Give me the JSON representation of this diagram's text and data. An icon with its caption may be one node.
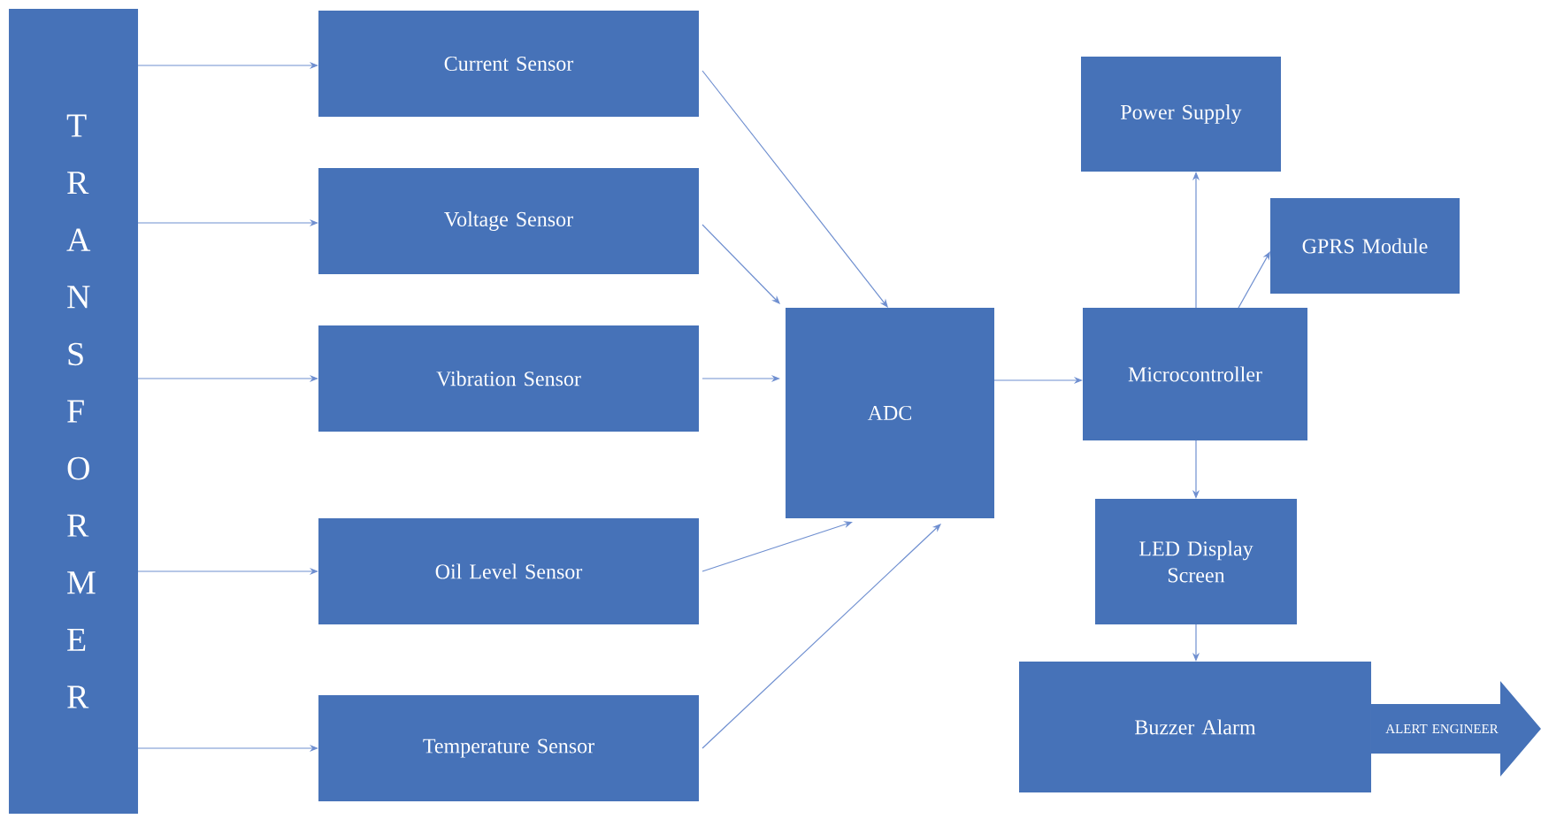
{
  "diagram": {
    "nodes": [
      {
        "text": [
          "T R A N S F O R M E R"
        ]
      },
      {
        "text": [
          "Current Sensor"
        ]
      },
      {
        "text": [
          "Voltage Sensor"
        ]
      },
      {
        "text": [
          "Vibration Sensor"
        ]
      },
      {
        "text": [
          "Oil Level Sensor"
        ]
      },
      {
        "text": [
          "Temperature Sensor"
        ]
      },
      {
        "text": [
          "ADC"
        ]
      },
      {
        "text": [
          "Power Supply"
        ]
      },
      {
        "text": [
          "GPRS Module"
        ]
      },
      {
        "text": [
          "Microcontroller"
        ]
      },
      {
        "text": [
          "LED Display Screen"
        ]
      },
      {
        "text": [
          "Buzzer Alarm"
        ]
      },
      {
        "text": [
          "ALERT ENGINEER"
        ]
      }
    ],
    "edges": [
      {
        "from": 0,
        "to": 1,
        "arrow": "to"
      },
      {
        "from": 0,
        "to": 2,
        "arrow": "to"
      },
      {
        "from": 0,
        "to": 3,
        "arrow": "to"
      },
      {
        "from": 0,
        "to": 4,
        "arrow": "to"
      },
      {
        "from": 0,
        "to": 5,
        "arrow": "to"
      },
      {
        "from": 1,
        "to": 6,
        "arrow": "to"
      },
      {
        "from": 2,
        "to": 6,
        "arrow": "to"
      },
      {
        "from": 3,
        "to": 6,
        "arrow": "to"
      },
      {
        "from": 4,
        "to": 6,
        "arrow": "to"
      },
      {
        "from": 5,
        "to": 6,
        "arrow": "to"
      },
      {
        "from": 6,
        "to": 9,
        "arrow": "to"
      },
      {
        "from": 9,
        "to": 7,
        "arrow": "to"
      },
      {
        "from": 9,
        "to": 8,
        "arrow": "to"
      },
      {
        "from": 9,
        "to": 10,
        "arrow": "to"
      },
      {
        "from": 10,
        "to": 11,
        "arrow": "to"
      }
    ]
  }
}
